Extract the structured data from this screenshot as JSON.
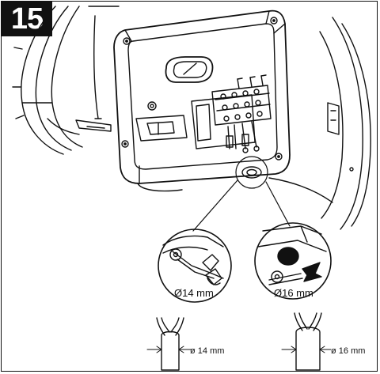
{
  "step_number": "15",
  "callouts": {
    "left": {
      "label": "Ø14 mm"
    },
    "right": {
      "label": "Ø16 mm"
    }
  },
  "cables": {
    "left": {
      "label": "ø 14 mm"
    },
    "right": {
      "label": "ø 16 mm"
    }
  }
}
